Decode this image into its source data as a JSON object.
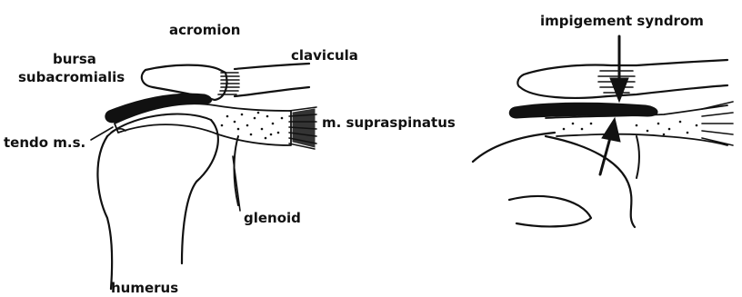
{
  "diagram": {
    "left_panel": {
      "labels": {
        "acromion": "acromion",
        "clavicula": "clavicula",
        "bursa_line1": "bursa",
        "bursa_line2": "subacromialis",
        "supraspinatus": "m. supraspinatus",
        "tendo": "tendo m.s.",
        "glenoid": "glenoid",
        "humerus": "humerus"
      }
    },
    "right_panel": {
      "labels": {
        "impingement": "impigement syndrom"
      }
    }
  }
}
